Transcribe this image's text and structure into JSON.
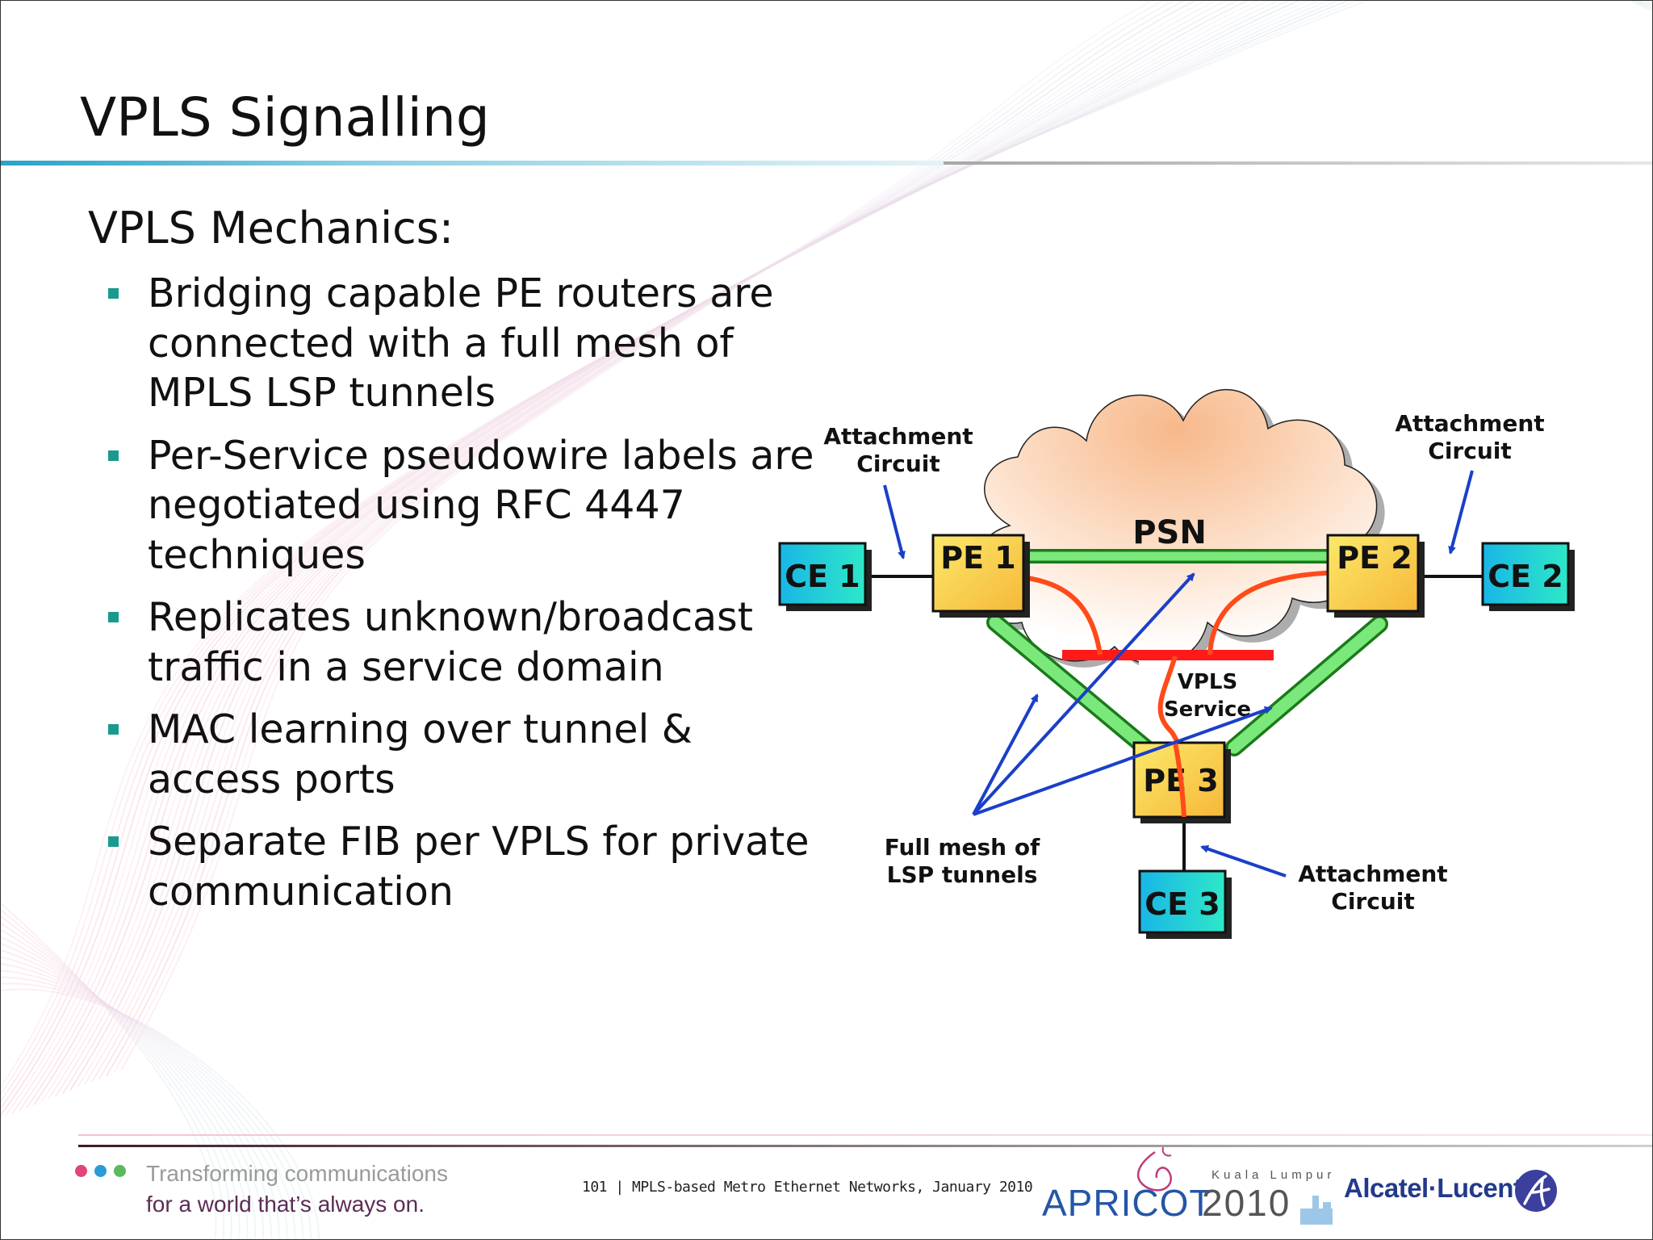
{
  "slide": {
    "title": "VPLS Signalling",
    "heading": "VPLS Mechanics:",
    "bullets": [
      "Bridging capable PE routers are connected with a full mesh of MPLS LSP tunnels",
      "Per-Service pseudowire labels are negotiated using RFC 4447 techniques",
      "Replicates unknown/broadcast traffic in a service domain",
      "MAC learning over tunnel & access ports",
      "Separate FIB per VPLS for private communication"
    ]
  },
  "diagram": {
    "cloud_label": "PSN",
    "nodes": {
      "ce1": "CE 1",
      "ce2": "CE 2",
      "ce3": "CE 3",
      "pe1": "PE 1",
      "pe2": "PE 2",
      "pe3": "PE 3"
    },
    "labels": {
      "attachment_left_1": "Attachment",
      "attachment_left_2": "Circuit",
      "attachment_right_1": "Attachment",
      "attachment_right_2": "Circuit",
      "attachment_bottom_1": "Attachment",
      "attachment_bottom_2": "Circuit",
      "mesh_1": "Full mesh of",
      "mesh_2": "LSP tunnels",
      "service_1": "VPLS",
      "service_2": "Service"
    },
    "colors": {
      "ce_fill": "#1fd0d8",
      "pe_fill": "#f9d94a",
      "tunnel": "#6ae06a",
      "pseudowire": "#ff4a1a",
      "vpls_bar": "#ff1a1a",
      "arrow": "#1a3fc8",
      "cloud": "#f8c49a"
    }
  },
  "footer": {
    "tagline_1": "Transforming communications",
    "tagline_2": "for a world that’s always on.",
    "page_info": "101 | MPLS-based Metro Ethernet Networks, January 2010",
    "event_city": "Kuala Lumpur",
    "event_name": "APRICOT",
    "event_year": "2010",
    "company": "Alcatel·Lucent",
    "dot_colors": [
      "#e0457a",
      "#2a9bd6",
      "#5cb85c"
    ]
  }
}
